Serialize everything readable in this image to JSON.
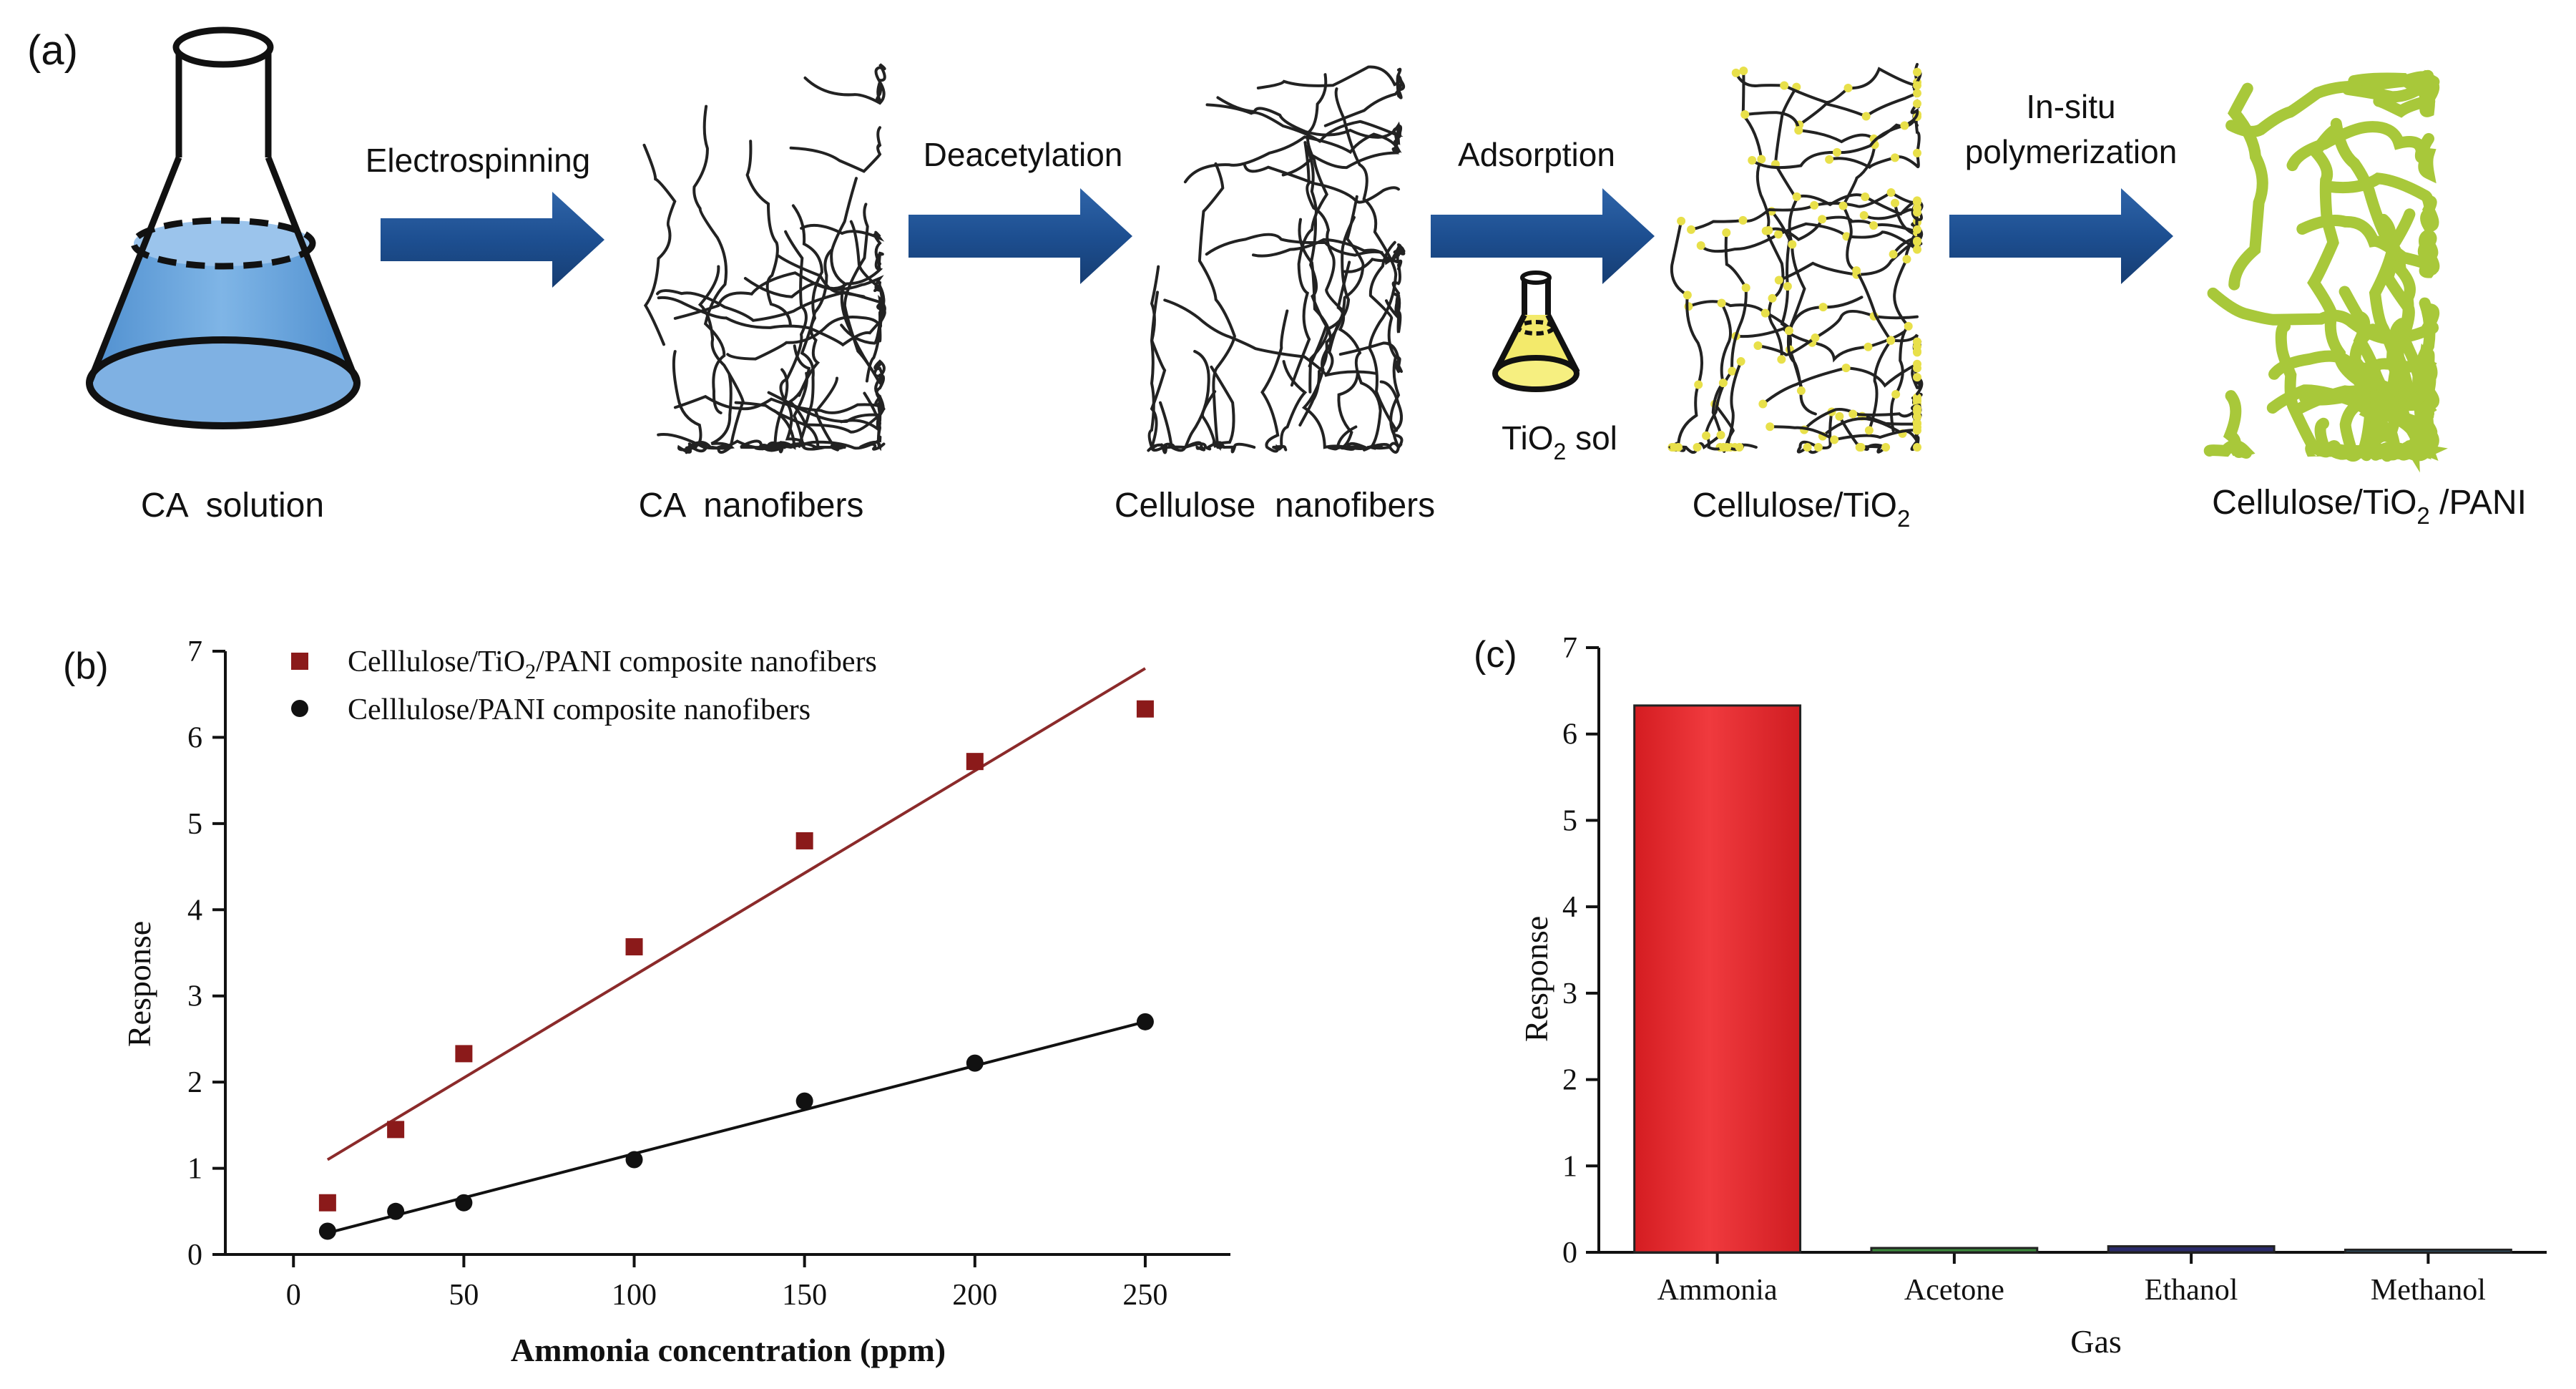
{
  "panel_a": {
    "panel_label": "(a)",
    "steps": [
      {
        "label": "CA  solution"
      },
      {
        "label": "CA  nanofibers"
      },
      {
        "label": "Cellulose  nanofibers"
      },
      {
        "label_main": "Cellulose/TiO",
        "label_sub": "2"
      },
      {
        "label_main": "Cellulose/TiO",
        "label_sub": "2",
        "label_tail": " /PANI"
      }
    ],
    "arrows": [
      {
        "label": "Electrospinning"
      },
      {
        "label": "Deacetylation"
      },
      {
        "label": "Adsorption"
      },
      {
        "label_line1": "In-situ",
        "label_line2": "polymerization"
      }
    ],
    "sol_label": {
      "main": "TiO",
      "sub": "2",
      "tail": " sol"
    },
    "colors": {
      "arrow": "#1f4e8c",
      "flask_liquid": "#6fa8dc",
      "sol_liquid": "#f3ea6b",
      "tio2_dot": "#e8e04a",
      "pani": "#a8c83a"
    }
  },
  "chart_data": [
    {
      "panel_label": "(b)",
      "type": "scatter",
      "xlabel": "Ammonia concentration (ppm)",
      "ylabel": "Response",
      "xlim": [
        -20,
        275
      ],
      "ylim": [
        0,
        7
      ],
      "xticks": [
        0,
        50,
        100,
        150,
        200,
        250
      ],
      "yticks": [
        0,
        1,
        2,
        3,
        4,
        5,
        6,
        7
      ],
      "legend_position": "top-left",
      "series": [
        {
          "name_main": "Celllulose/TiO",
          "name_sub": "2",
          "name_tail": "/PANI composite nanofibers",
          "marker": "square",
          "color": "#8b1a1a",
          "line_color": "#8b2a2a",
          "x": [
            10,
            30,
            50,
            100,
            150,
            200,
            250
          ],
          "y": [
            0.6,
            1.45,
            2.33,
            3.57,
            4.8,
            5.72,
            6.33
          ],
          "fit": {
            "x": [
              10,
              250
            ],
            "y": [
              1.1,
              6.8
            ]
          }
        },
        {
          "name_main": "Celllulose/PANI composite nanofibers",
          "marker": "circle",
          "color": "#111111",
          "line_color": "#111111",
          "x": [
            10,
            30,
            50,
            100,
            150,
            200,
            250
          ],
          "y": [
            0.27,
            0.5,
            0.6,
            1.1,
            1.78,
            2.22,
            2.7
          ],
          "fit": {
            "x": [
              10,
              250
            ],
            "y": [
              0.25,
              2.7
            ]
          }
        }
      ]
    },
    {
      "panel_label": "(c)",
      "type": "bar",
      "xlabel": "Gas",
      "ylabel": "Response",
      "ylim": [
        0,
        7
      ],
      "yticks": [
        0,
        1,
        2,
        3,
        4,
        5,
        6,
        7
      ],
      "categories": [
        "Ammonia",
        "Acetone",
        "Ethanol",
        "Methanol"
      ],
      "values": [
        6.33,
        0.05,
        0.07,
        0.03
      ],
      "bar_colors": [
        "#e8252a",
        "#3c8a3c",
        "#2a2a6a",
        "#3a7aa0"
      ]
    }
  ]
}
